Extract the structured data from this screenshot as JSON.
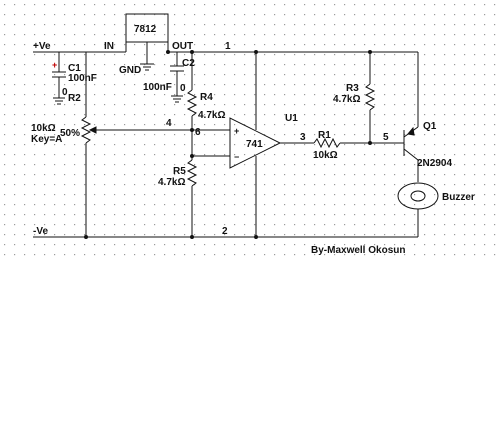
{
  "labels": {
    "vpos": "+Ve",
    "vneg": "-Ve",
    "reg": "7812",
    "reg_in": "IN",
    "reg_out": "OUT",
    "reg_gnd": "GND",
    "c1": "C1",
    "c1_val": "100nF",
    "c1_plus": "+",
    "c2": "C2",
    "c2_val": "100nF",
    "r2": "R2",
    "r4": "R4",
    "r4_val": "4.7kΩ",
    "r3": "R3",
    "r3_val": "4.7kΩ",
    "r5": "R5",
    "r5_val": "4.7kΩ",
    "r1": "R1",
    "r1_val": "10kΩ",
    "pot_val": "10kΩ",
    "pot_name": "Key=A",
    "pot_pct": "50%",
    "u1": "U1",
    "opamp": "741",
    "q1": "Q1",
    "q1_type": "2N2904",
    "buzzer": "Buzzer",
    "node1": "1",
    "node2": "2",
    "node3": "3",
    "node4": "4",
    "node5": "5",
    "node6": "6",
    "node0a": "0",
    "node0b": "0",
    "pin_plus": "+",
    "pin_minus": "−",
    "author": "By-Maxwell Okosun"
  }
}
